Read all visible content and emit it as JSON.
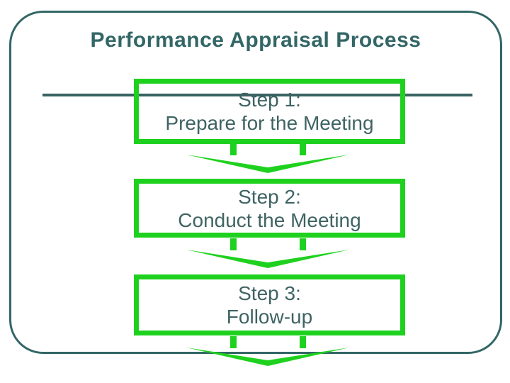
{
  "slide": {
    "title": "Performance Appraisal Process",
    "steps": [
      {
        "label": "Step 1:",
        "description": "Prepare for the Meeting"
      },
      {
        "label": "Step 2:",
        "description": "Conduct the Meeting"
      },
      {
        "label": "Step 3:",
        "description": "Follow-up"
      }
    ],
    "icons": [
      {
        "name": "down-arrow-icon",
        "meaning": "flow to next step"
      }
    ],
    "colors": {
      "accent_green": "#1fd11f",
      "frame_teal": "#336666",
      "divider_teal": "#3a6363",
      "box_text": "#3f6363",
      "background": "#ffffff"
    }
  }
}
